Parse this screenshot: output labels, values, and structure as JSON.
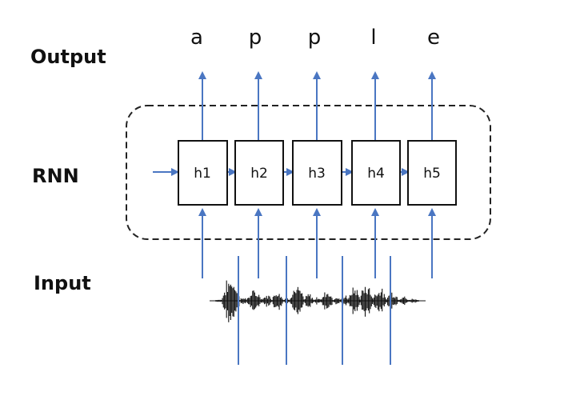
{
  "labels": {
    "output": "Output",
    "rnn": "RNN",
    "input": "Input"
  },
  "output_chars": [
    "a",
    "p",
    "p",
    "l",
    "e"
  ],
  "cells": [
    "h1",
    "h2",
    "h3",
    "h4",
    "h5"
  ],
  "colors": {
    "arrow": "#4a76c2",
    "box": "#111111",
    "dashed_border": "#222222",
    "waveform": "#111111",
    "text": "#111111"
  }
}
